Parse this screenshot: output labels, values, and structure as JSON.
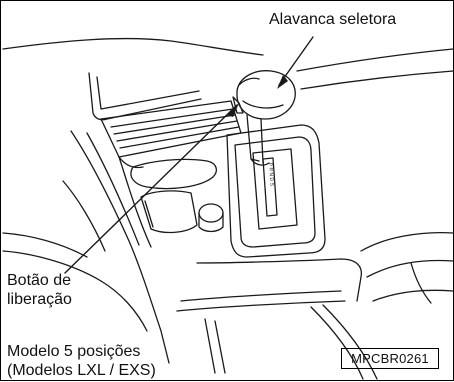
{
  "figure": {
    "callouts": {
      "selector_lever": "Alavanca seletora",
      "release_button_line1": "Botão de",
      "release_button_line2": "liberação"
    },
    "caption": {
      "line1": "Modelo 5 posições",
      "line2": "(Modelos LXL / EXS)"
    },
    "reference_code": "MPCBR0261",
    "gear_indicator": "P R N D S"
  },
  "colors": {
    "line": "#1a1a1a",
    "background": "#ffffff"
  }
}
